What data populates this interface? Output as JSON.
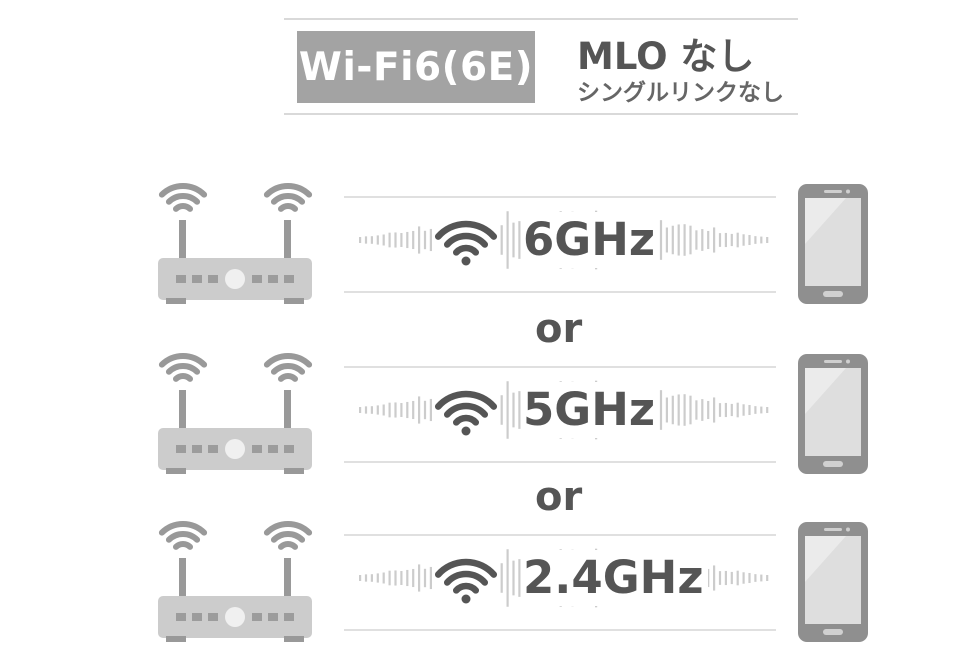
{
  "header": {
    "badge": "Wi-Fi6(6E)",
    "title": "MLO なし",
    "subtitle": "シングルリンクなし"
  },
  "bands": [
    {
      "label": "6GHz"
    },
    {
      "label": "5GHz"
    },
    {
      "label": "2.4GHz"
    }
  ],
  "separators": [
    "or",
    "or"
  ],
  "colors": {
    "badge_bg": "#a3a3a3",
    "text_dark": "#555555",
    "device_gray": "#999999",
    "light_gray": "#cccccc"
  },
  "icons": [
    "router-icon",
    "wifi-icon",
    "smartphone-icon"
  ]
}
